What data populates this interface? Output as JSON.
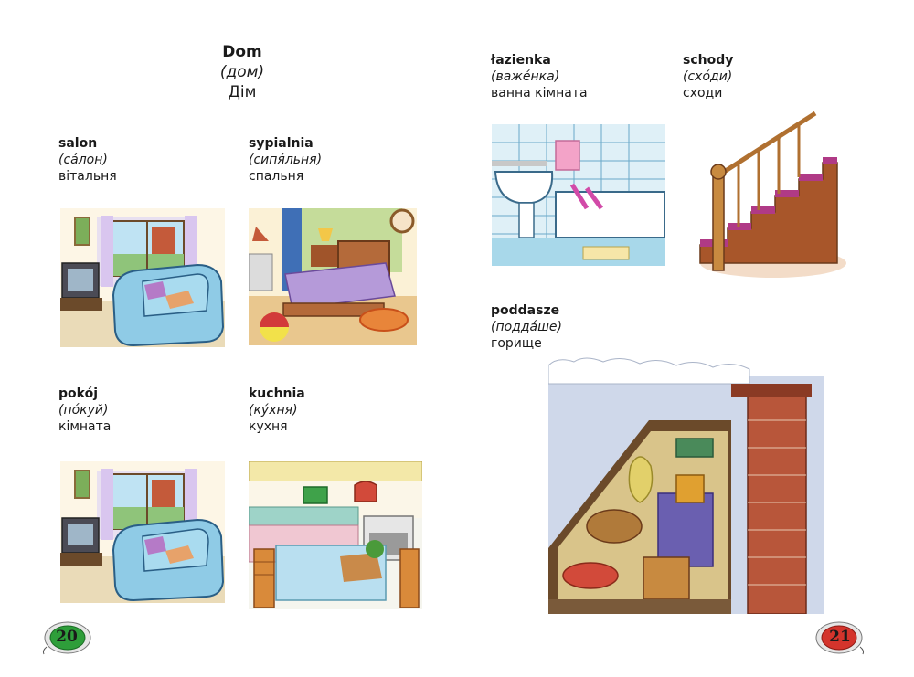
{
  "title": {
    "pl": "Dom",
    "tr": "(дом)",
    "uk": "Дім"
  },
  "entries": {
    "salon": {
      "pl": "salon",
      "tr": "(сáлон)",
      "uk": "вітальня"
    },
    "sypialnia": {
      "pl": "sypialnia",
      "tr": "(сипя́льня)",
      "uk": "спальня"
    },
    "pokoj": {
      "pl": "pokój",
      "tr": "(пóкуй)",
      "uk": "кімната"
    },
    "kuchnia": {
      "pl": "kuchnia",
      "tr": "(кýхня)",
      "uk": "кухня"
    },
    "lazienka": {
      "pl": "łazienka",
      "tr": "(важéнка)",
      "uk": "ванна кімната"
    },
    "schody": {
      "pl": "schody",
      "tr": "(схóди)",
      "uk": "сходи"
    },
    "poddasze": {
      "pl": "poddasze",
      "tr": "(поддáше)",
      "uk": "горище"
    }
  },
  "pages": {
    "left": "20",
    "right": "21"
  },
  "colors": {
    "left_balloon": "#2e9e3a",
    "right_balloon": "#d4342c"
  }
}
